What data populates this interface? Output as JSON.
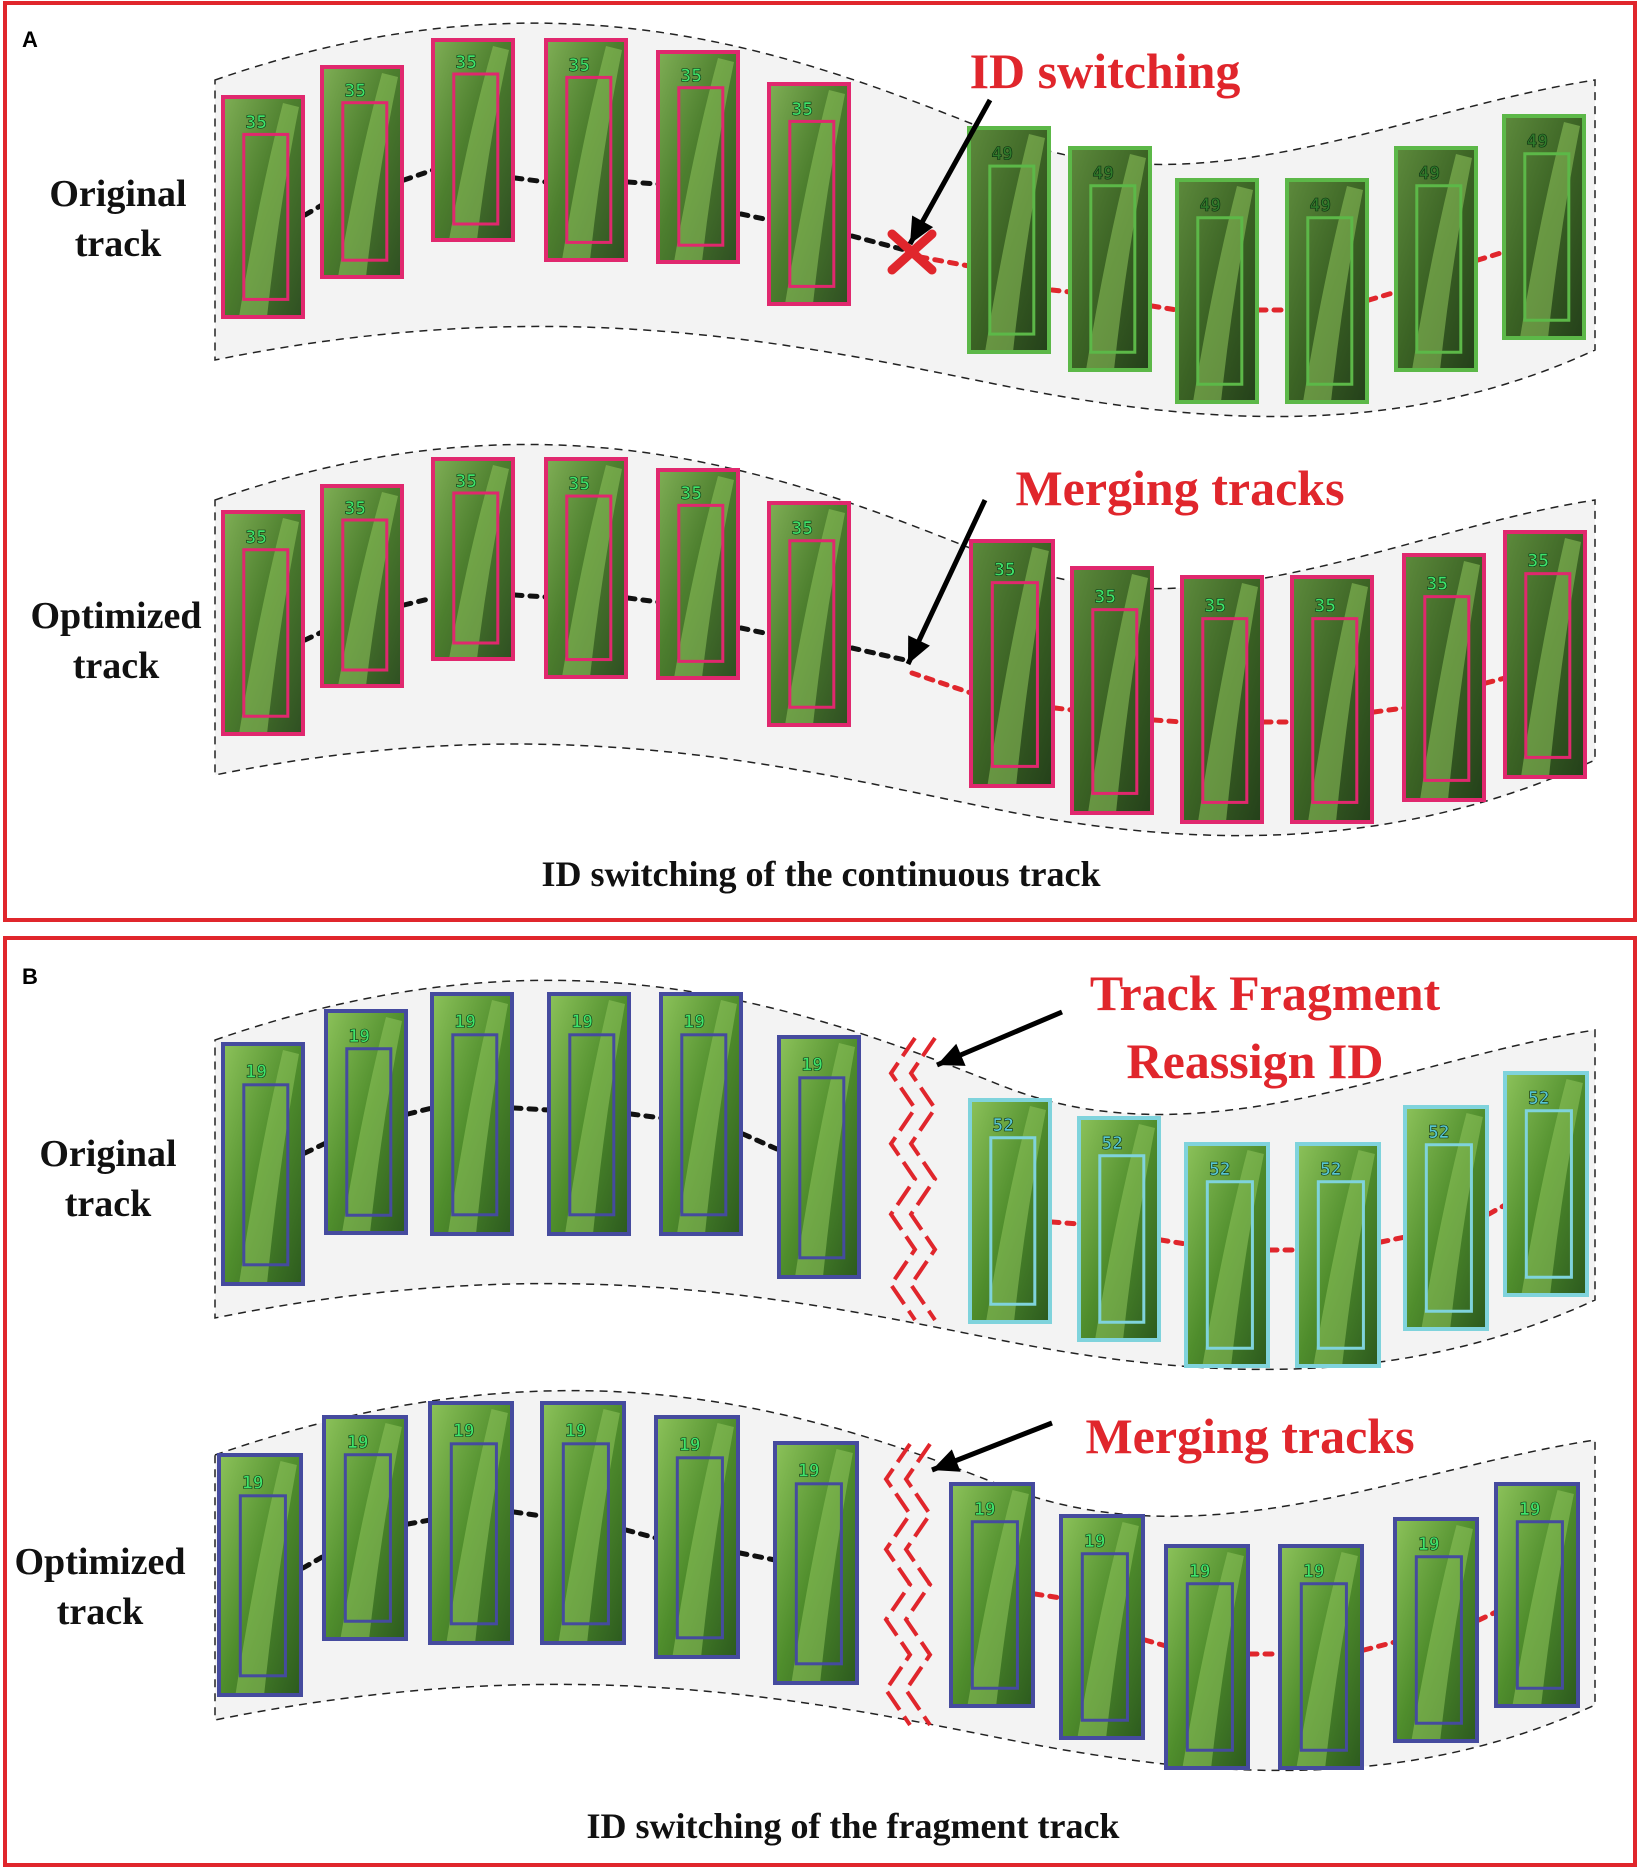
{
  "colors": {
    "frame": "#e0262c",
    "original_box": "#e0286e",
    "switched_box": "#5cb848",
    "fragment_box": "#454b9e",
    "reassigned_box": "#7fd3dc",
    "leaf_dark": "#3c6a26",
    "leaf_light": "#6da844",
    "band": "#f3f3f3"
  },
  "panels": [
    {
      "letter": "A",
      "caption": "ID switching of the continuous track",
      "rows": [
        {
          "label_line1": "Original",
          "label_line2": "track",
          "callout_line1": "ID switching",
          "callout_line2": "",
          "before_id": "35",
          "after_id": "49",
          "before_color": "original_box",
          "after_color": "switched_box",
          "marker": "cross-icon"
        },
        {
          "label_line1": "Optimized",
          "label_line2": "track",
          "callout_line1": "Merging tracks",
          "callout_line2": "",
          "before_id": "35",
          "after_id": "35",
          "before_color": "original_box",
          "after_color": "original_box",
          "marker": "none"
        }
      ]
    },
    {
      "letter": "B",
      "caption": "ID switching of the fragment track",
      "rows": [
        {
          "label_line1": "Original",
          "label_line2": "track",
          "callout_line1": "Track Fragment",
          "callout_line2": "Reassign ID",
          "before_id": "19",
          "after_id": "52",
          "before_color": "fragment_box",
          "after_color": "reassigned_box",
          "marker": "break-icon"
        },
        {
          "label_line1": "Optimized",
          "label_line2": "track",
          "callout_line1": "Merging tracks",
          "callout_line2": "",
          "before_id": "19",
          "after_id": "19",
          "before_color": "fragment_box",
          "after_color": "fragment_box",
          "marker": "break-icon"
        }
      ]
    }
  ]
}
